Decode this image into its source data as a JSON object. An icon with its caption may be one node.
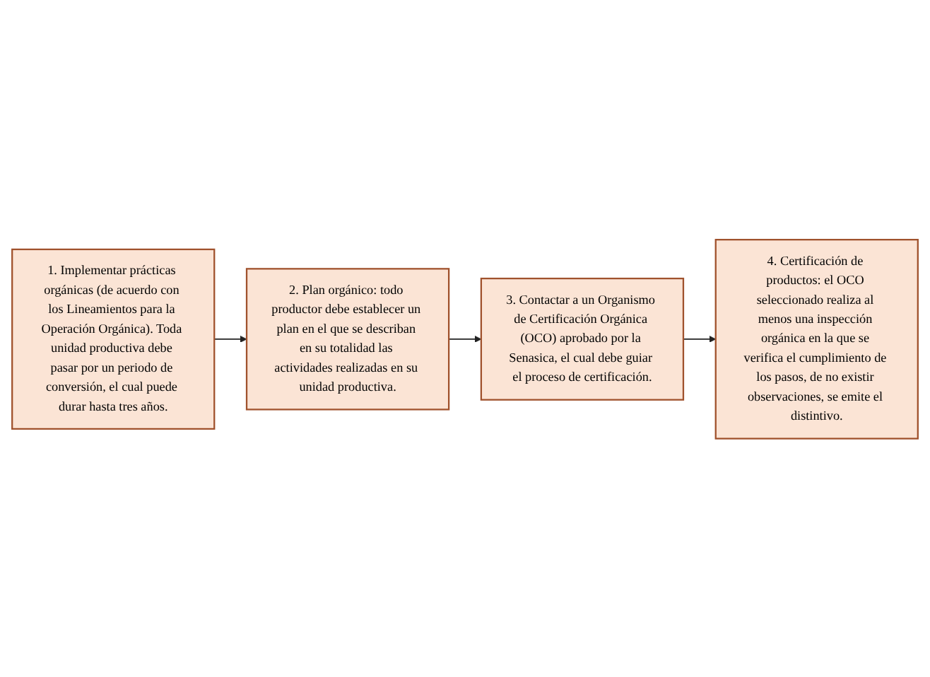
{
  "diagram": {
    "nodes": [
      {
        "text": [
          "1. Implementar prácticas orgánicas (de acuerdo con los Lineamientos para la Operación Orgánica). Toda unidad productiva debe pasar por un periodo de conversión, el cual puede durar hasta tres años."
        ]
      },
      {
        "text": [
          "2. Plan orgánico: todo productor debe establecer un plan en el que se describan en su totalidad las actividades realizadas en su unidad productiva."
        ]
      },
      {
        "text": [
          "3. Contactar a un Organismo de Certificación Orgánica (OCO) aprobado por la Senasica, el cual debe guiar el proceso de certificación."
        ]
      },
      {
        "text": [
          "4. Certificación de productos: el OCO seleccionado realiza al menos una inspección orgánica en la que se verifica el cumplimiento de los pasos, de no existir observaciones, se emite el distintivo."
        ]
      }
    ],
    "edges": [
      {
        "from": 0,
        "to": 1,
        "arrow": "to"
      },
      {
        "from": 1,
        "to": 2,
        "arrow": "to"
      },
      {
        "from": 2,
        "to": 3,
        "arrow": "to"
      }
    ]
  }
}
